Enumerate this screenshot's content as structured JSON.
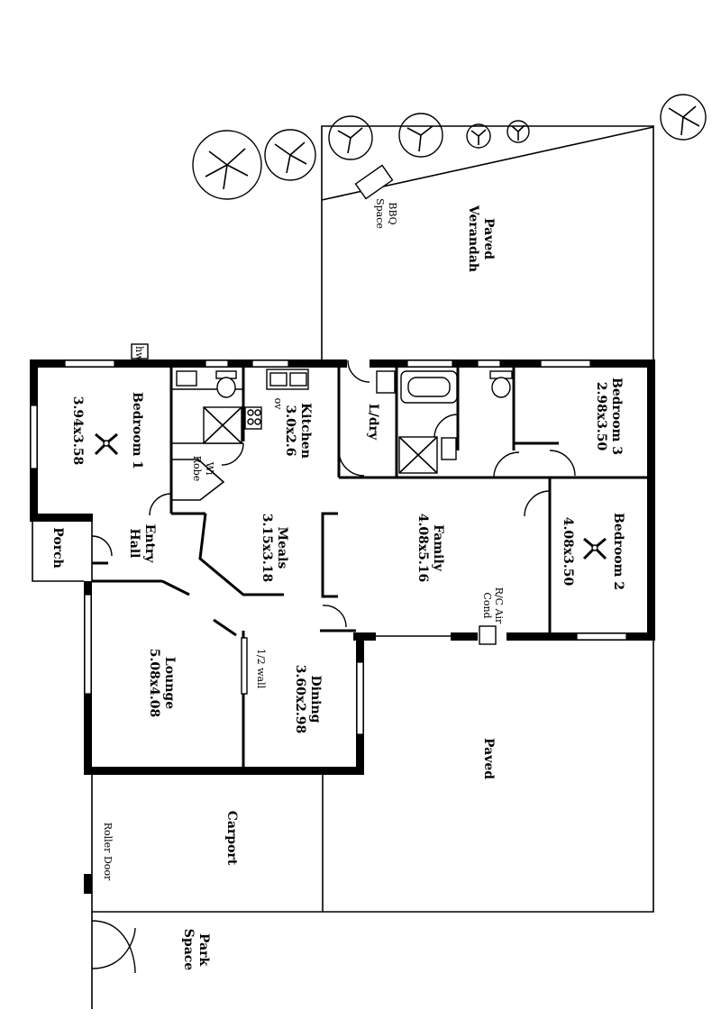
{
  "rooms": {
    "bedroom1": {
      "name": "Bedroom 1",
      "size": "3.94x3.58"
    },
    "kitchen": {
      "name": "Kitchen",
      "size": "3.0x2.6",
      "oven": "ov"
    },
    "laundry": {
      "name": "L/dry"
    },
    "bedroom3": {
      "name": "Bedroom 3",
      "size": "2.98x3.50"
    },
    "walkin_robe": {
      "line1": "Wi",
      "line2": "Robe"
    },
    "meals": {
      "name": "Meals",
      "size": "3.15x3.18"
    },
    "family": {
      "name": "Family",
      "size": "4.08x5.16"
    },
    "bedroom2": {
      "name": "Bedroom 2",
      "size": "4.08x3.50"
    },
    "entry_hall": {
      "line1": "Entry",
      "line2": "Hall"
    },
    "porch": {
      "name": "Porch"
    },
    "lounge": {
      "name": "Lounge",
      "size": "5.08x4.08"
    },
    "dining": {
      "name": "Dining",
      "size": "3.60x2.98"
    },
    "carport": {
      "name": "Carport"
    }
  },
  "labels": {
    "paved_verandah": {
      "line1": "Paved",
      "line2": "Verandah"
    },
    "bbq": {
      "line1": "BBQ",
      "line2": "Space"
    },
    "half_wall": "1/2 wall",
    "air_cond": {
      "line1": "R/C Air",
      "line2": "Cond"
    },
    "paved": "Paved",
    "roller_door": "Roller Door",
    "park_space": {
      "line1": "Park",
      "line2": "Space"
    },
    "hws": "hw"
  }
}
